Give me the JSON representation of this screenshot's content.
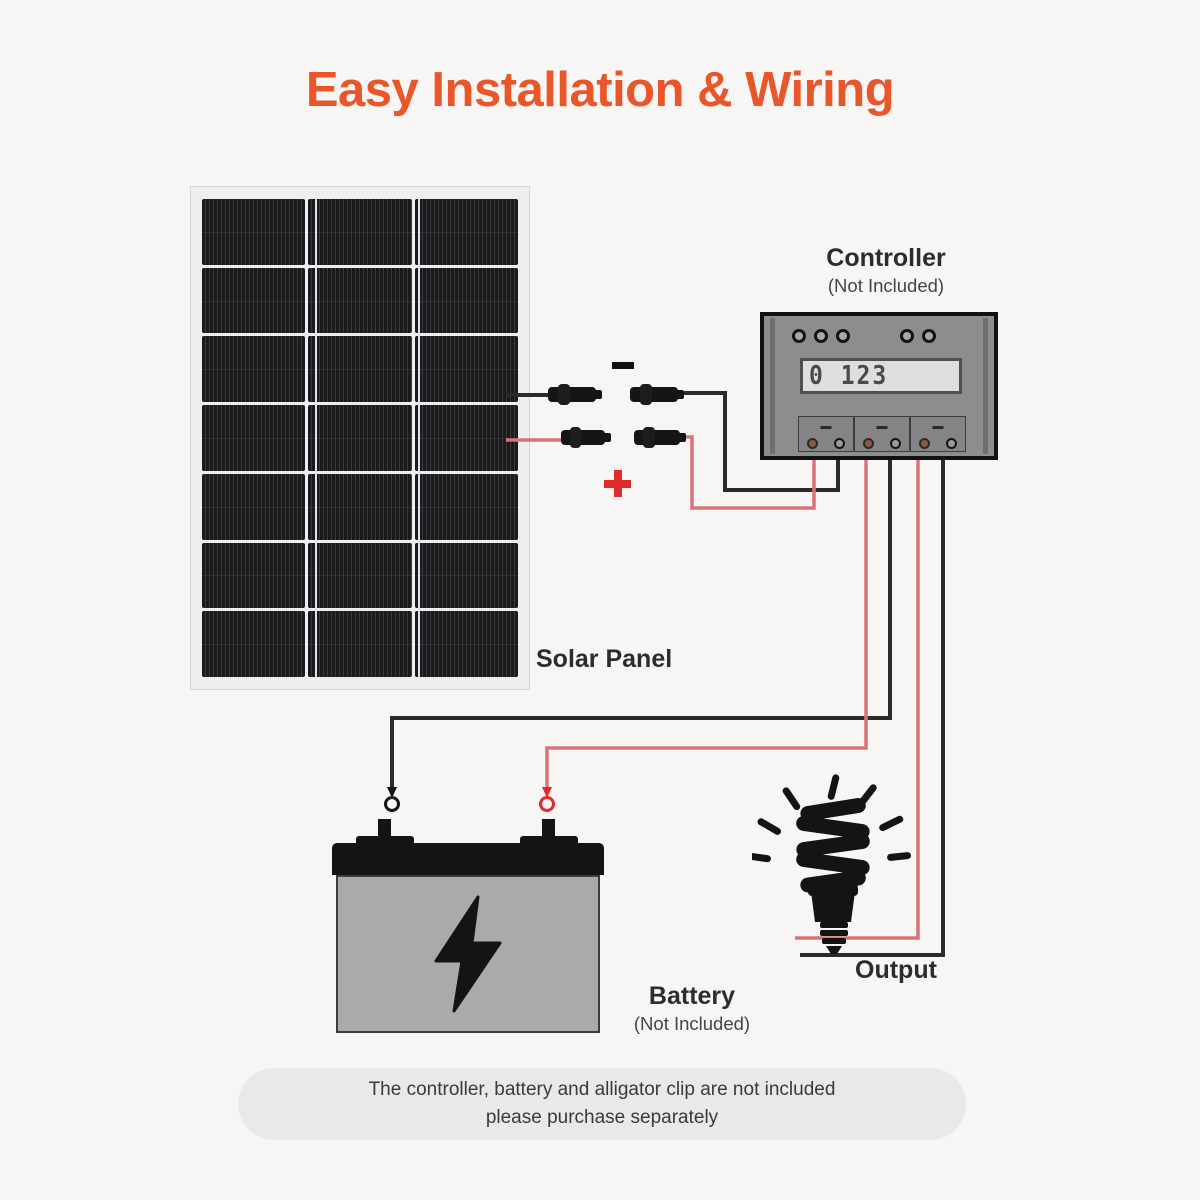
{
  "page": {
    "title": "Easy Installation & Wiring",
    "title_color": "#e8562a",
    "background_color": "#f7f6f5"
  },
  "diagram_data": {
    "type": "diagram",
    "subject": "Solar panel charge-controller wiring schematic",
    "components": [
      {
        "id": "solar-panel",
        "label": "Solar Panel",
        "sublabel": "",
        "cell_columns": 3,
        "cell_rows": 7,
        "frame_color": "#eceef0",
        "cell_color": "#1b1b1d"
      },
      {
        "id": "controller",
        "label": "Controller",
        "sublabel": "(Not Included)",
        "lcd_value": "0 123",
        "led_count_left": 3,
        "led_count_right": 2,
        "terminal_blocks": 3,
        "terminals_per_block": 2,
        "body_color": "#8d8d8d"
      },
      {
        "id": "battery",
        "label": "Battery",
        "sublabel": "(Not Included)",
        "body_color": "#a9aaac",
        "icon": "lightning-bolt-icon",
        "terminals": 2
      },
      {
        "id": "output",
        "label": "Output",
        "sublabel": "",
        "icon": "cfl-bulb-icon"
      }
    ],
    "connectors": [
      {
        "id": "mc4-negative",
        "sign": "−",
        "sign_color": "#111111",
        "wire_color": "#2b2b2b",
        "count": 2
      },
      {
        "id": "mc4-positive",
        "sign": "+",
        "sign_color": "#e12b2b",
        "wire_color": "#d9737a",
        "count": 2
      }
    ],
    "wires": [
      {
        "from": "solar-panel",
        "to": "controller",
        "polarity": "negative",
        "color": "#2b2b2b"
      },
      {
        "from": "solar-panel",
        "to": "controller",
        "polarity": "positive",
        "color": "#d9737a"
      },
      {
        "from": "controller",
        "to": "battery",
        "polarity": "negative",
        "color": "#2b2b2b"
      },
      {
        "from": "controller",
        "to": "battery",
        "polarity": "positive",
        "color": "#d9737a"
      },
      {
        "from": "controller",
        "to": "output",
        "polarity": "negative",
        "color": "#2b2b2b"
      },
      {
        "from": "controller",
        "to": "output",
        "polarity": "positive",
        "color": "#d9737a"
      }
    ],
    "signs": {
      "minus": "−",
      "plus": "+"
    },
    "ring_terminals": [
      {
        "id": "ring-negative",
        "color": "#141414"
      },
      {
        "id": "ring-positive",
        "color": "#e12b2b"
      }
    ]
  },
  "labels": {
    "solar_panel": "Solar Panel",
    "controller": "Controller",
    "controller_sub": "(Not Included)",
    "battery": "Battery",
    "battery_sub": "(Not Included)",
    "output": "Output",
    "lcd_value": "0 123"
  },
  "footer": {
    "line1": "The controller, battery and alligator clip are not included",
    "line2": "please purchase separately",
    "background_color": "#e9e9e9"
  }
}
